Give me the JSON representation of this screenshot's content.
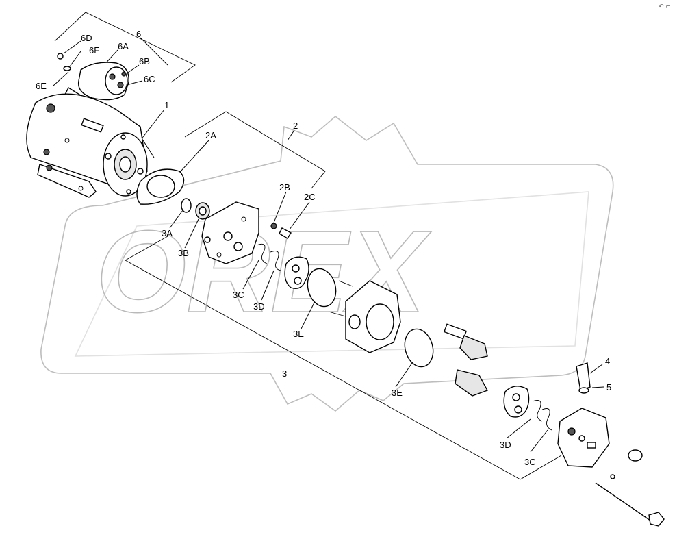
{
  "watermark": {
    "brand": "OREX"
  },
  "corner_mark": "↶ ⌐",
  "callouts": {
    "c6": "6",
    "c6D": "6D",
    "c6F": "6F",
    "c6A": "6A",
    "c6B": "6B",
    "c6C": "6C",
    "c6E": "6E",
    "c1": "1",
    "c2": "2",
    "c2A": "2A",
    "c2B": "2B",
    "c2C": "2C",
    "c3A": "3A",
    "c3B": "3B",
    "c3C_upper": "3C",
    "c3D_upper": "3D",
    "c3E_upper": "3E",
    "c3": "3",
    "c3E_lower": "3E",
    "c3D_lower": "3D",
    "c3C_lower": "3C",
    "c4": "4",
    "c5": "5"
  }
}
